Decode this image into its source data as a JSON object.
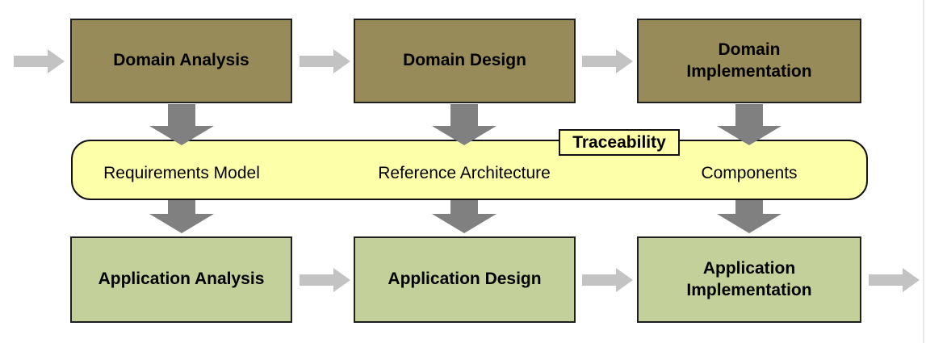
{
  "diagram": {
    "top_row": {
      "boxes": [
        {
          "label": "Domain Analysis"
        },
        {
          "label": "Domain Design"
        },
        {
          "label": "Domain\nImplementation"
        }
      ]
    },
    "middle_band": {
      "tag_label": "Traceability",
      "items": [
        {
          "label": "Requirements Model"
        },
        {
          "label": "Reference Architecture"
        },
        {
          "label": "Components"
        }
      ]
    },
    "bottom_row": {
      "boxes": [
        {
          "label": "Application Analysis"
        },
        {
          "label": "Application Design"
        },
        {
          "label": "Application\nImplementation"
        }
      ]
    },
    "icons": {
      "right_arrow": "right-arrow-icon",
      "down_arrow": "down-block-arrow-icon"
    }
  },
  "colors": {
    "domain_box": "#978B59",
    "application_box": "#C3D09A",
    "band_fill": "#FEFFA9",
    "box_border": "#1F1F1F",
    "down_arrow": "#808080",
    "side_arrow": "#C3C3C3",
    "page_edge": "#E8E8E8",
    "text": "#000000"
  }
}
